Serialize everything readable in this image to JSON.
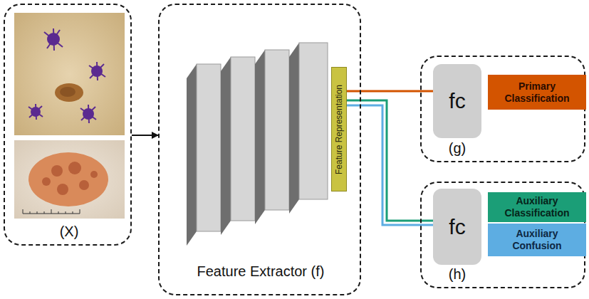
{
  "diagram": {
    "nodes": [
      {
        "text": [
          "(X)"
        ]
      },
      {
        "text": [
          "Feature Extractor (f)"
        ]
      },
      {
        "text": [
          "Feature Representation"
        ],
        "in": 1
      },
      {
        "text": [
          "(g)"
        ]
      },
      {
        "text": [
          "fc"
        ],
        "in": 3
      },
      {
        "text": [
          "Primary Classification"
        ],
        "in": 3
      },
      {
        "text": [
          "(h)"
        ]
      },
      {
        "text": [
          "fc"
        ],
        "in": 6
      },
      {
        "text": [
          "Auxiliary Classification"
        ],
        "in": 6
      },
      {
        "text": [
          "Auxiliary Confusion"
        ],
        "in": 6
      }
    ],
    "edges": [
      {
        "from": 0,
        "to": 1,
        "arrow": "to"
      },
      {
        "from": 2,
        "to": 4,
        "arrow": "none"
      },
      {
        "from": 2,
        "to": 7,
        "arrow": "none"
      },
      {
        "from": 2,
        "to": 7,
        "arrow": "none"
      }
    ]
  }
}
